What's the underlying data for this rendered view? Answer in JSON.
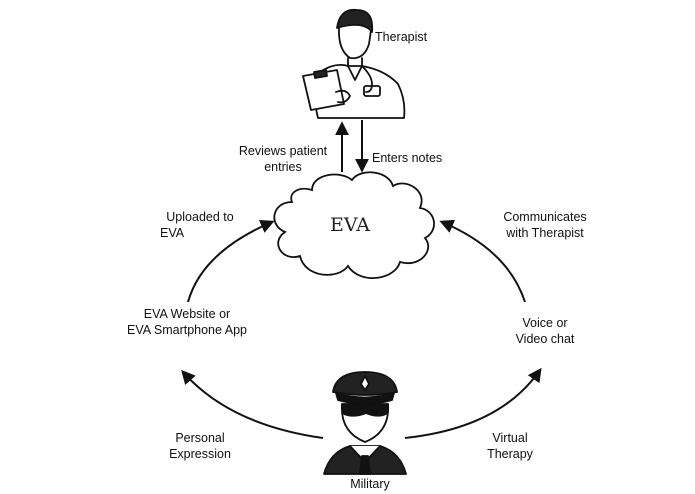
{
  "hub": {
    "label": "EVA"
  },
  "actors": {
    "therapist": "Therapist",
    "military": "Military"
  },
  "edges": {
    "reviews": [
      "Reviews patient",
      "entries"
    ],
    "enters": "Enters notes",
    "uploaded": [
      "Uploaded to",
      "EVA"
    ],
    "communicates": [
      "Communicates",
      "with Therapist"
    ],
    "website": [
      "EVA Website or",
      "EVA Smartphone App"
    ],
    "voice": [
      "Voice or",
      "Video chat"
    ],
    "personal": [
      "Personal",
      "Expression"
    ],
    "virtual": [
      "Virtual",
      "Therapy"
    ]
  },
  "colors": {
    "ink": "#111111",
    "cloud_fill": "#ffffff"
  }
}
